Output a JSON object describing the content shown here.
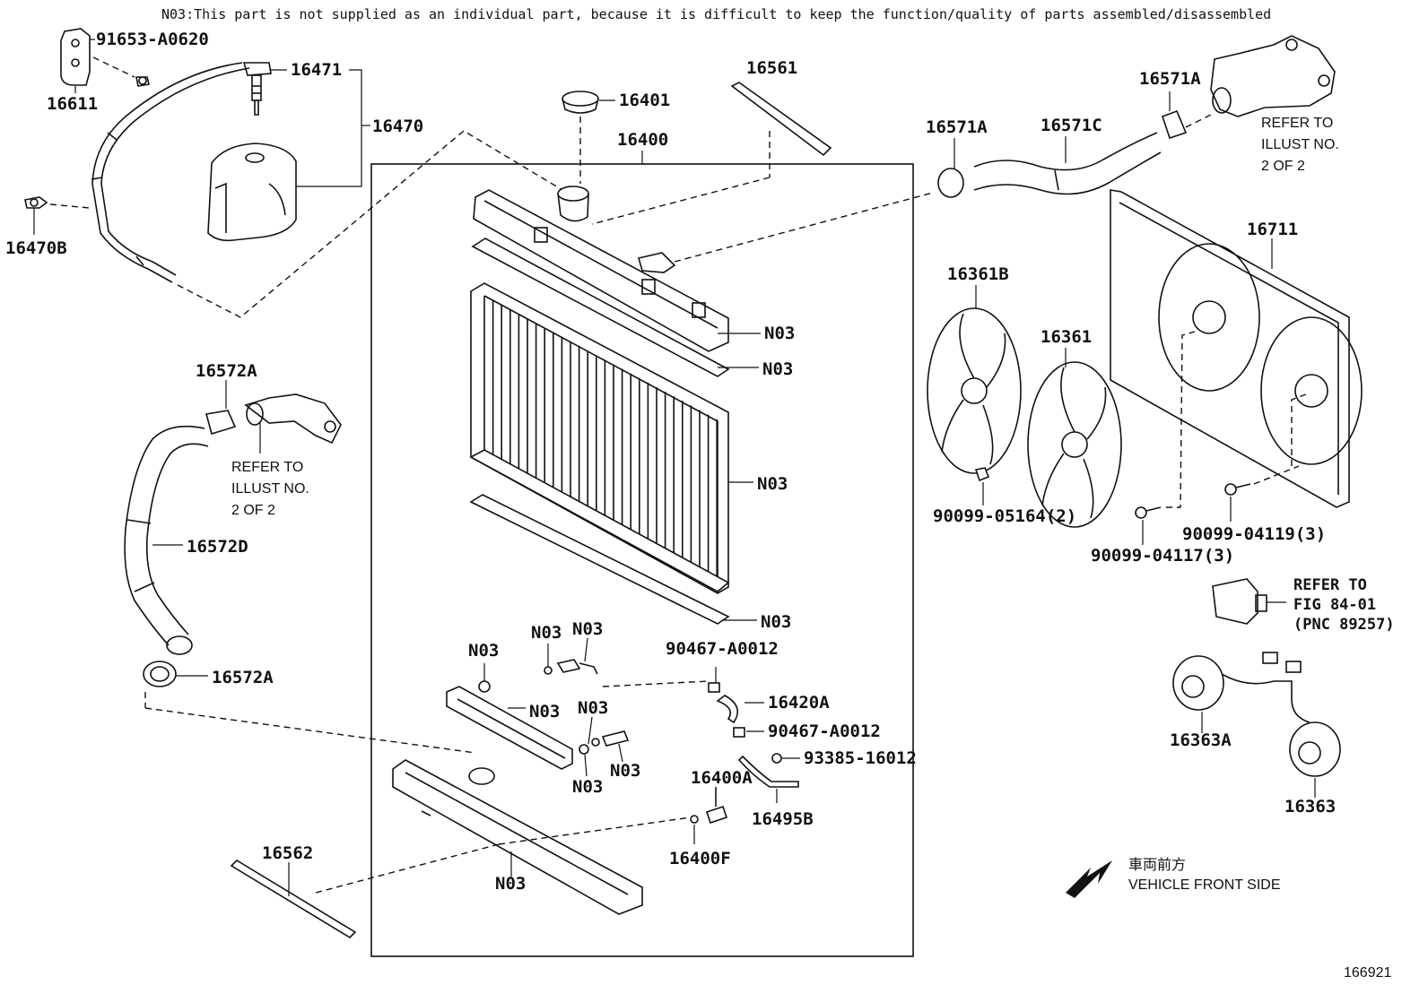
{
  "header_note": "N03:This part is not supplied as an individual part, because it is difficult to keep the function/quality of parts assembled/disassembled",
  "figure_id": "166921",
  "front_side": {
    "japanese": "車両前方",
    "english": "VEHICLE FRONT SIDE"
  },
  "refer_upper": [
    "REFER TO",
    "ILLUST NO.",
    "2 OF 2"
  ],
  "refer_lower": [
    "REFER TO",
    "ILLUST NO.",
    "2 OF 2"
  ],
  "refer_fig": [
    "REFER TO",
    "FIG 84-01",
    "(PNC 89257)"
  ],
  "labels": {
    "p91653": "91653-A0620",
    "p16611": "16611",
    "p16471": "16471",
    "p16470": "16470",
    "p16470b": "16470B",
    "p16401": "16401",
    "p16400": "16400",
    "p16561": "16561",
    "p16571a_1": "16571A",
    "p16571c": "16571C",
    "p16571a_2": "16571A",
    "p16711": "16711",
    "p16361b": "16361B",
    "p16361": "16361",
    "p90099_05164": "90099-05164(2)",
    "p90099_04117": "90099-04117(3)",
    "p90099_04119": "90099-04119(3)",
    "p16572a_1": "16572A",
    "p16572d": "16572D",
    "p16572a_2": "16572A",
    "n03_1": "N03",
    "n03_2": "N03",
    "n03_3": "N03",
    "n03_4": "N03",
    "n03_5": "N03",
    "n03_6": "N03",
    "n03_7": "N03",
    "n03_8": "N03",
    "n03_9": "N03",
    "n03_10": "N03",
    "n03_11": "N03",
    "n03_12": "N03",
    "p90467_1": "90467-A0012",
    "p16420a": "16420A",
    "p90467_2": "90467-A0012",
    "p93385": "93385-16012",
    "p16400a": "16400A",
    "p16495b": "16495B",
    "p16400f": "16400F",
    "p16562": "16562",
    "p16363a": "16363A",
    "p16363": "16363"
  }
}
